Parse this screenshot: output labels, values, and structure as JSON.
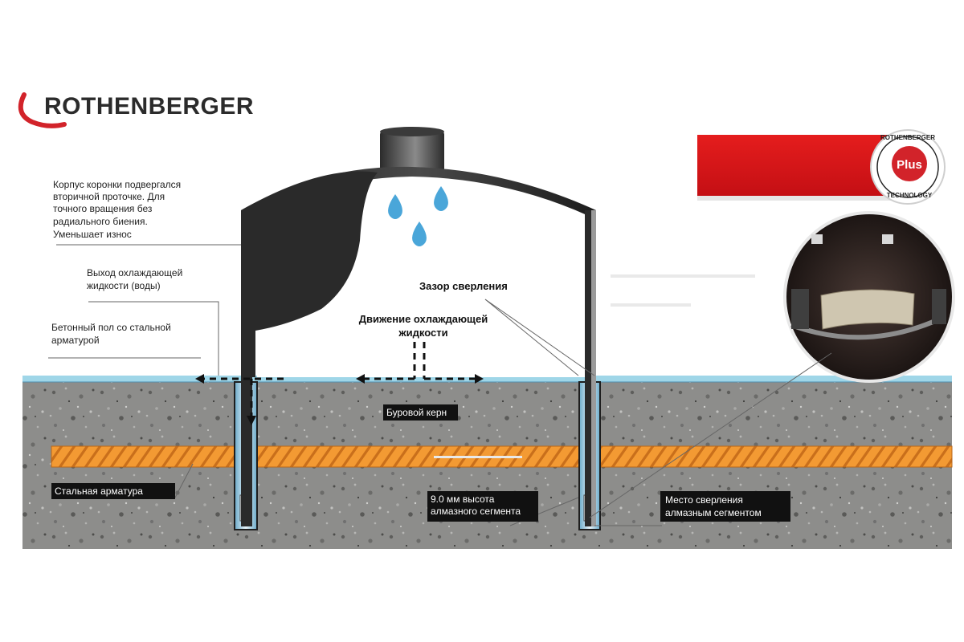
{
  "brand": {
    "name": "ROTHENBERGER",
    "red": "#d2232a"
  },
  "badge": {
    "top": "ROTHENBERGER",
    "center": "Plus",
    "bottom": "TECHNOLOGY"
  },
  "labels": {
    "housing": [
      "Корпус коронки подвергался",
      "вторичной проточке. Для",
      "точного вращения без",
      "радиального биения.",
      "Уменьшает износ"
    ],
    "coolant_exit": [
      "Выход охлаждающей",
      "жидкости (воды)"
    ],
    "concrete_floor": [
      "Бетонный пол со стальной",
      "арматурой"
    ],
    "drill_gap": "Зазор сверления",
    "coolant_motion": [
      "Движение охлаждающей",
      "жидкости"
    ],
    "core": "Буровой керн",
    "rebar": "Стальная арматура",
    "segment_height": [
      "9.0 мм  высота",
      "алмазного сегмента"
    ],
    "drilling_point": [
      "Место сверления",
      "алмазным сегментом"
    ]
  },
  "colors": {
    "water_line": "#9fd6e8",
    "concrete": "#8e8e8c",
    "rebar": "#f39a33",
    "crown": "#2a2a2a",
    "drop": "#4aa6d9"
  }
}
